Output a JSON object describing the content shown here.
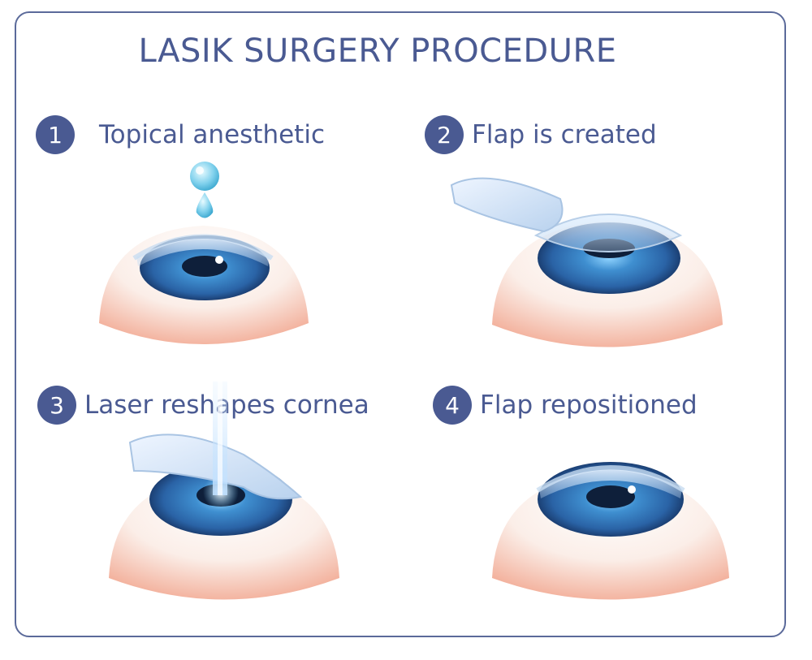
{
  "title": "LASIK SURGERY PROCEDURE",
  "colors": {
    "accent": "#4a5a92",
    "border": "#5b6a9a",
    "iris": "#2f6fb3",
    "eyeball_shadow": "#f2b3a0"
  },
  "steps": [
    {
      "number": "1",
      "label": "Topical anesthetic"
    },
    {
      "number": "2",
      "label": "Flap is created"
    },
    {
      "number": "3",
      "label": "Laser reshapes cornea"
    },
    {
      "number": "4",
      "label": "Flap repositioned"
    }
  ]
}
